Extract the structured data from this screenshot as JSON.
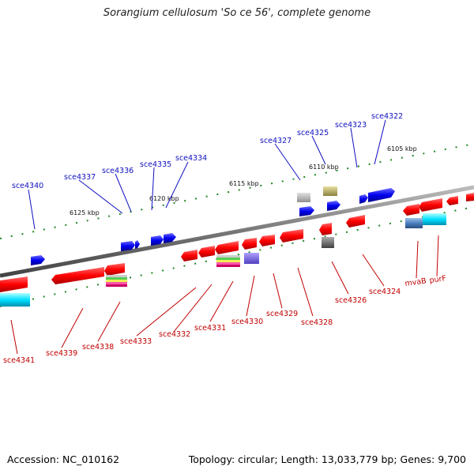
{
  "title": "Sorangium cellulosum 'So ce 56', complete genome",
  "footer": {
    "accession": "Accession: NC_010162",
    "stats": "Topology: circular; Length: 13,033,779 bp; Genes: 9,700"
  },
  "colors": {
    "forward": "#0000ee",
    "reverse": "#ee0000",
    "forward_label": "#1010c0",
    "reverse_label": "#c00000",
    "backbone": "#777777",
    "tick": "#228822"
  },
  "scale_labels": [
    "6105 kbp",
    "6110 kbp",
    "6115 kbp",
    "6120 kbp",
    "6125 kbp"
  ],
  "forward_genes": [
    "sce4322",
    "sce4323",
    "sce4325",
    "sce4327",
    "sce4334",
    "sce4335",
    "sce4336",
    "sce4337",
    "sce4340"
  ],
  "reverse_genes": [
    "purF",
    "mvaB",
    "sce4324",
    "sce4326",
    "sce4328",
    "sce4329",
    "sce4330",
    "sce4331",
    "sce4332",
    "sce4333",
    "sce4338",
    "sce4339",
    "sce4341"
  ]
}
